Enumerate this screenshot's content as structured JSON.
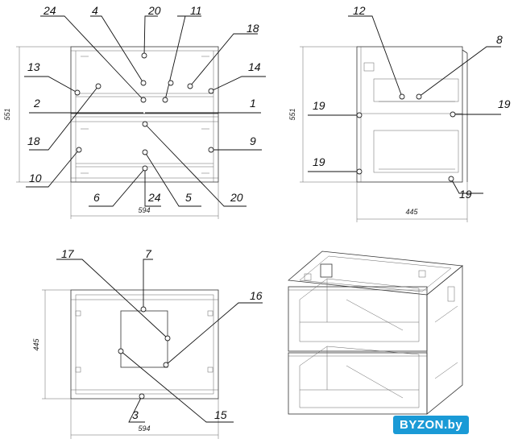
{
  "dimensions": {
    "front_height": "551",
    "front_width": "594",
    "side_height": "551",
    "side_depth": "445",
    "top_depth": "445",
    "top_width": "594"
  },
  "front_callouts": [
    {
      "id": "c24a",
      "label": "24"
    },
    {
      "id": "c4",
      "label": "4"
    },
    {
      "id": "c20a",
      "label": "20"
    },
    {
      "id": "c11",
      "label": "11"
    },
    {
      "id": "c18a",
      "label": "18"
    },
    {
      "id": "c13",
      "label": "13"
    },
    {
      "id": "c14",
      "label": "14"
    },
    {
      "id": "c2",
      "label": "2"
    },
    {
      "id": "c1",
      "label": "1"
    },
    {
      "id": "c18b",
      "label": "18"
    },
    {
      "id": "c9",
      "label": "9"
    },
    {
      "id": "c10",
      "label": "10"
    },
    {
      "id": "c6",
      "label": "6"
    },
    {
      "id": "c24b",
      "label": "24"
    },
    {
      "id": "c5",
      "label": "5"
    },
    {
      "id": "c20b",
      "label": "20"
    }
  ],
  "side_callouts": [
    {
      "id": "s12",
      "label": "12"
    },
    {
      "id": "s8",
      "label": "8"
    },
    {
      "id": "s19a",
      "label": "19"
    },
    {
      "id": "s19b",
      "label": "19"
    },
    {
      "id": "s19c",
      "label": "19"
    },
    {
      "id": "s19d",
      "label": "19"
    }
  ],
  "top_callouts": [
    {
      "id": "t17",
      "label": "17"
    },
    {
      "id": "t7",
      "label": "7"
    },
    {
      "id": "t16",
      "label": "16"
    },
    {
      "id": "t3",
      "label": "3"
    },
    {
      "id": "t15",
      "label": "15"
    }
  ],
  "logo": {
    "text": "BYZON.by"
  },
  "colors": {
    "line": "#333333",
    "logo_bg": "#1a9ad6",
    "logo_text": "#ffffff"
  }
}
